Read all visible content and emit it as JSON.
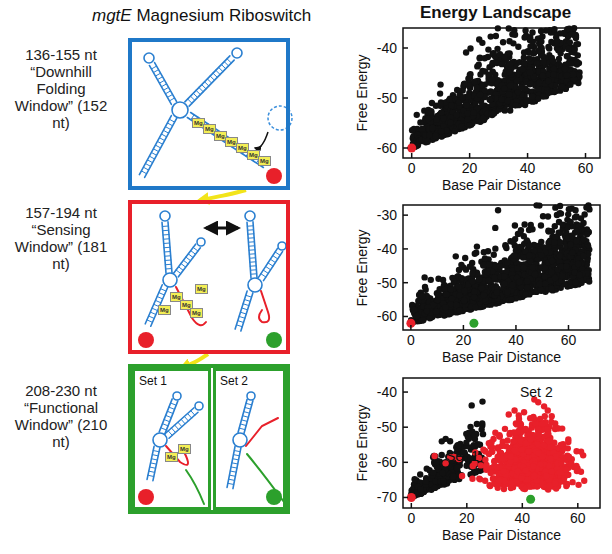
{
  "diagram": {
    "title": "mgtE Magnesium Riboswitch",
    "nodes": [
      {
        "text": [
          "136-155 nt “Downhill Folding Window” (152 nt)"
        ]
      },
      {
        "text": [
          "157-194 nt “Sensing Window” (181 nt)"
        ]
      },
      {
        "text": [
          "208-230 nt “Functional Window” (210 nt)"
        ]
      },
      {
        "text": [
          "Set 1"
        ],
        "in": 2
      },
      {
        "text": [
          "Set 2"
        ],
        "in": 2
      }
    ],
    "edges": [
      {
        "from": 0,
        "to": 1,
        "arrow": "to"
      },
      {
        "from": 1,
        "to": 3,
        "arrow": "to"
      }
    ],
    "labels": [
      "Energy Landscape",
      "Mg",
      "Mg",
      "Mg",
      "Mg",
      "Mg",
      "Mg",
      "Mg",
      "Mg",
      "Mg",
      "Mg",
      "Mg",
      "Mg",
      "Mg",
      "Mg",
      "-40",
      "-50",
      "-60",
      "0",
      "20",
      "40",
      "60",
      "Free Energy",
      "Base Pair Distance",
      "-30",
      "-40",
      "-50",
      "-60",
      "0",
      "20",
      "40",
      "60",
      "Free Energy",
      "Base Pair Distance",
      "-40",
      "-50",
      "-60",
      "-70",
      "0",
      "20",
      "40",
      "60",
      "Free Energy",
      "Base Pair Distance",
      "Set 1",
      "Set 2"
    ]
  }
}
